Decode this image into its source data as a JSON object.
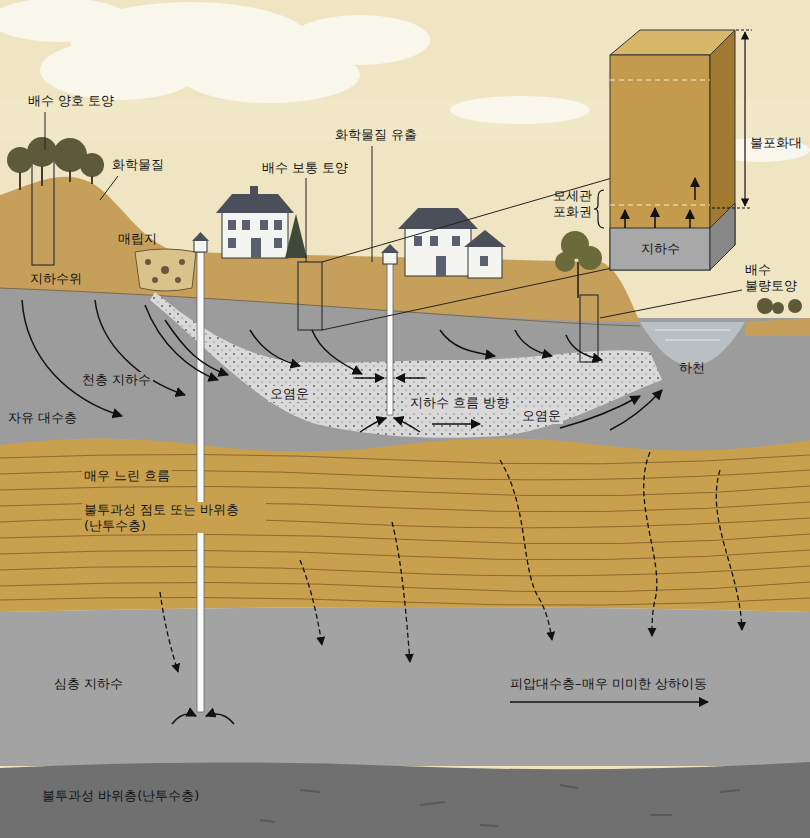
{
  "diagram": {
    "nodes": [
      {
        "text": [
          "불포화대",
          "모세관 포화권"
        ]
      },
      {
        "text": [
          "지하수"
        ],
        "in": 0
      },
      {
        "text": [
          "하천"
        ]
      },
      {
        "text": [
          "매우 느린 흐름",
          "불투과성 점토 또는 바위층(난투수층)"
        ]
      },
      {
        "text": [
          "심층 지하수",
          "피압대수층–매우 미미한 상하이동"
        ]
      },
      {
        "text": [
          "불투과성 바위층(난투수층)"
        ]
      }
    ],
    "labels": [
      "배수 양호 토양",
      "화학물질",
      "매립지",
      "지하수위",
      "화학물질 유출",
      "배수 보통 토양",
      "배수 불량토양",
      "천층 지하수",
      "자유 대수층",
      "오염운",
      "지하수 흐름 방향",
      "오염운"
    ]
  }
}
